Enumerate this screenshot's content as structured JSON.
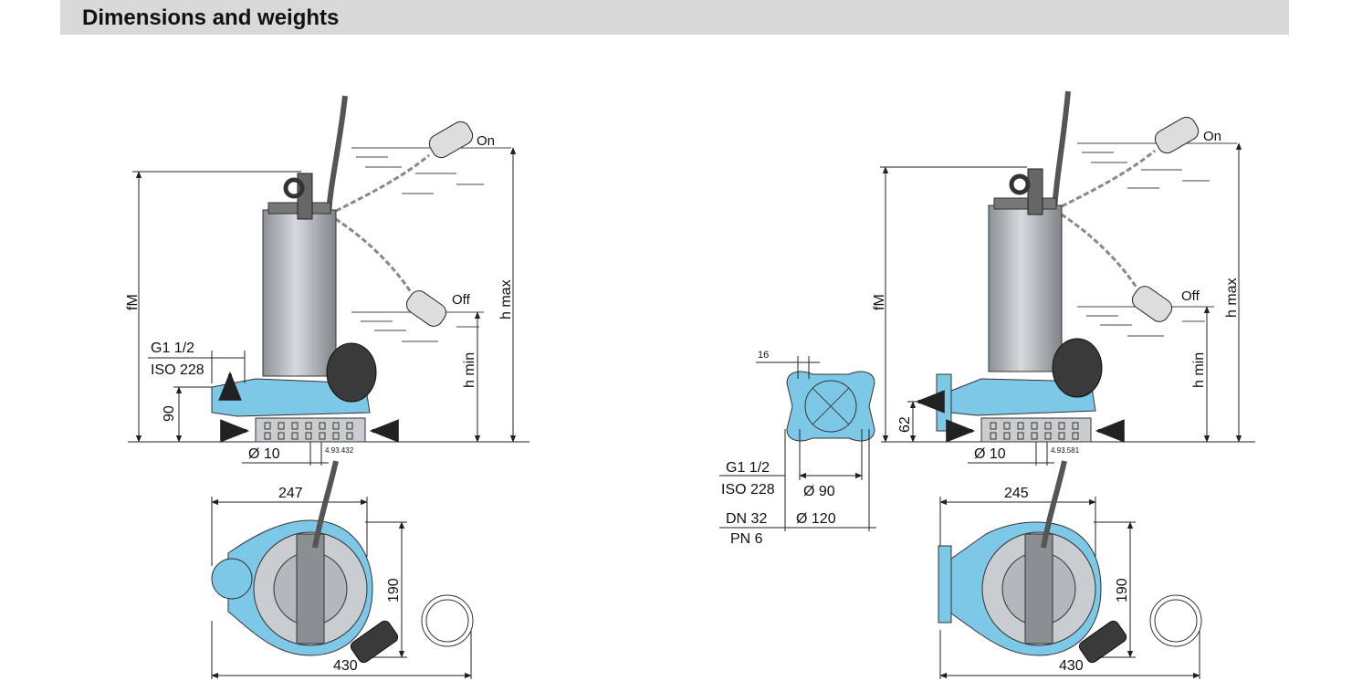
{
  "header": {
    "title": "Dimensions and weights"
  },
  "left_pump": {
    "labels": {
      "on": "On",
      "off": "Off",
      "h_max": "h max",
      "h_min": "h min",
      "fm": "fM",
      "thread": "G1 1/2",
      "standard": "ISO 228",
      "height_90": "90",
      "dia_10": "Ø 10",
      "ref": "4.93.432",
      "width_247": "247",
      "depth_190": "190",
      "length_430": "430"
    }
  },
  "right_pump": {
    "labels": {
      "on": "On",
      "off": "Off",
      "h_max": "h max",
      "h_min": "h min",
      "fm": "fM",
      "height_62": "62",
      "dia_10": "Ø 10",
      "ref": "4.93.581",
      "width_245": "245",
      "depth_190": "190",
      "length_430": "430"
    }
  },
  "flange": {
    "labels": {
      "thickness_16": "16",
      "thread": "G1 1/2",
      "standard": "ISO 228",
      "dia_90": "Ø 90",
      "dn": "DN 32",
      "pn": "PN 6",
      "dia_120": "Ø 120"
    }
  },
  "colors": {
    "pump_blue": "#7dc8e6",
    "metal": "#a9aeb2",
    "dark": "#3a3a3a",
    "header_bg": "#d9d9d9"
  }
}
